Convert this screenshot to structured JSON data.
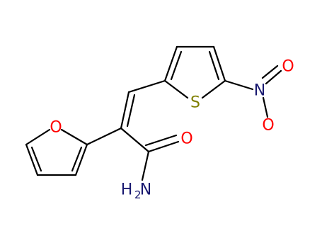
{
  "molecule": {
    "atoms": {
      "furan_o": {
        "text": "O",
        "color": "#ff0000"
      },
      "amide_o": {
        "text": "O",
        "color": "#ff0000"
      },
      "amide_n": {
        "text": "H",
        "sub": "2",
        "n": "N",
        "color": "#191970"
      },
      "thiophene_s": {
        "text": "S",
        "color": "#808000"
      },
      "nitro_n": {
        "text": "N",
        "color": "#191970"
      },
      "nitro_o_top": {
        "text": "O",
        "color": "#ff0000"
      },
      "nitro_o_bottom": {
        "text": "O",
        "color": "#ff0000"
      }
    },
    "bond_color": "#000000"
  }
}
